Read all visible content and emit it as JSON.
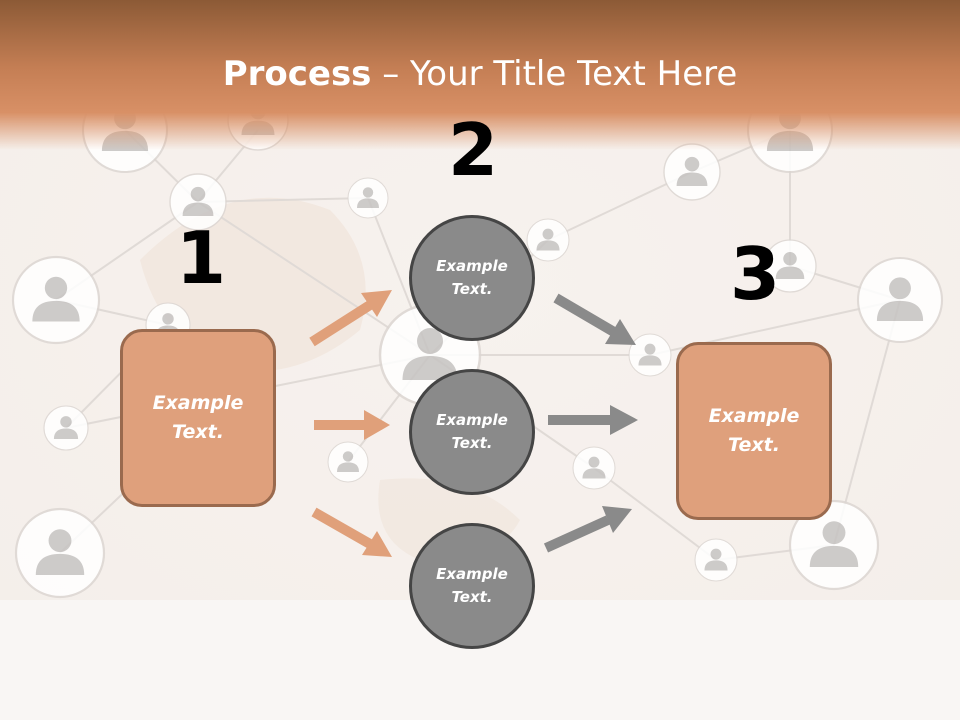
{
  "slide": {
    "title_bold": "Process",
    "title_rest": " – Your Title Text Here"
  },
  "steps": {
    "one": "1",
    "two": "2",
    "three": "3"
  },
  "boxes": {
    "left": "Example\nText.",
    "right": "Example\nText."
  },
  "circles": [
    "Example\nText.",
    "Example\nText.",
    "Example\nText."
  ],
  "colors": {
    "header": "#c47e54",
    "box_fill": "#dfa07c",
    "box_border": "#9a6a4e",
    "circle_fill": "#8a8a8a",
    "circle_border": "#454545",
    "arrow_orange": "#e0a07a",
    "arrow_gray": "#8a8a8a"
  },
  "icons": {
    "background_nodes": "person-icon",
    "connectors": "arrow-icon"
  }
}
